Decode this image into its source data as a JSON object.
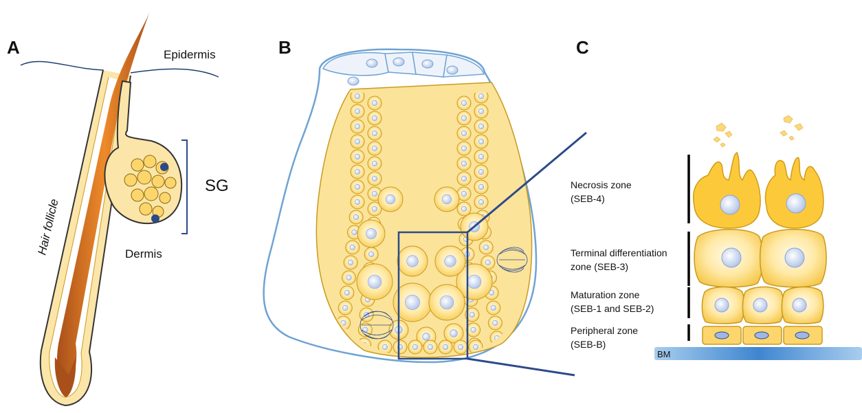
{
  "panels": {
    "a": {
      "letter": "A",
      "labels": {
        "epidermis": "Epidermis",
        "dermis": "Dermis",
        "sg": "SG",
        "hair_follicle": "Hair follicle"
      }
    },
    "b": {
      "letter": "B"
    },
    "c": {
      "letter": "C",
      "zones": {
        "necrosis": {
          "line1": "Necrosis zone",
          "line2": "(SEB-4)"
        },
        "terminal": {
          "line1": "Terminal differentiation",
          "line2": "zone (SEB-3)"
        },
        "maturation": {
          "line1": "Maturation zone",
          "line2": "(SEB-1 and SEB-2)"
        },
        "peripheral": {
          "line1": "Peripheral zone",
          "line2": "(SEB-B)"
        }
      },
      "bm_label": "BM"
    }
  },
  "colors": {
    "hair_shaft": "#d4701a",
    "cell_fill": "#fbd97a",
    "cell_stroke": "#c99a1f",
    "nucleus": "#c7d5f0",
    "outline_blue": "#6fa3d3",
    "box_blue": "#2b4a8a",
    "bm_blue": "#5a9bd8"
  }
}
